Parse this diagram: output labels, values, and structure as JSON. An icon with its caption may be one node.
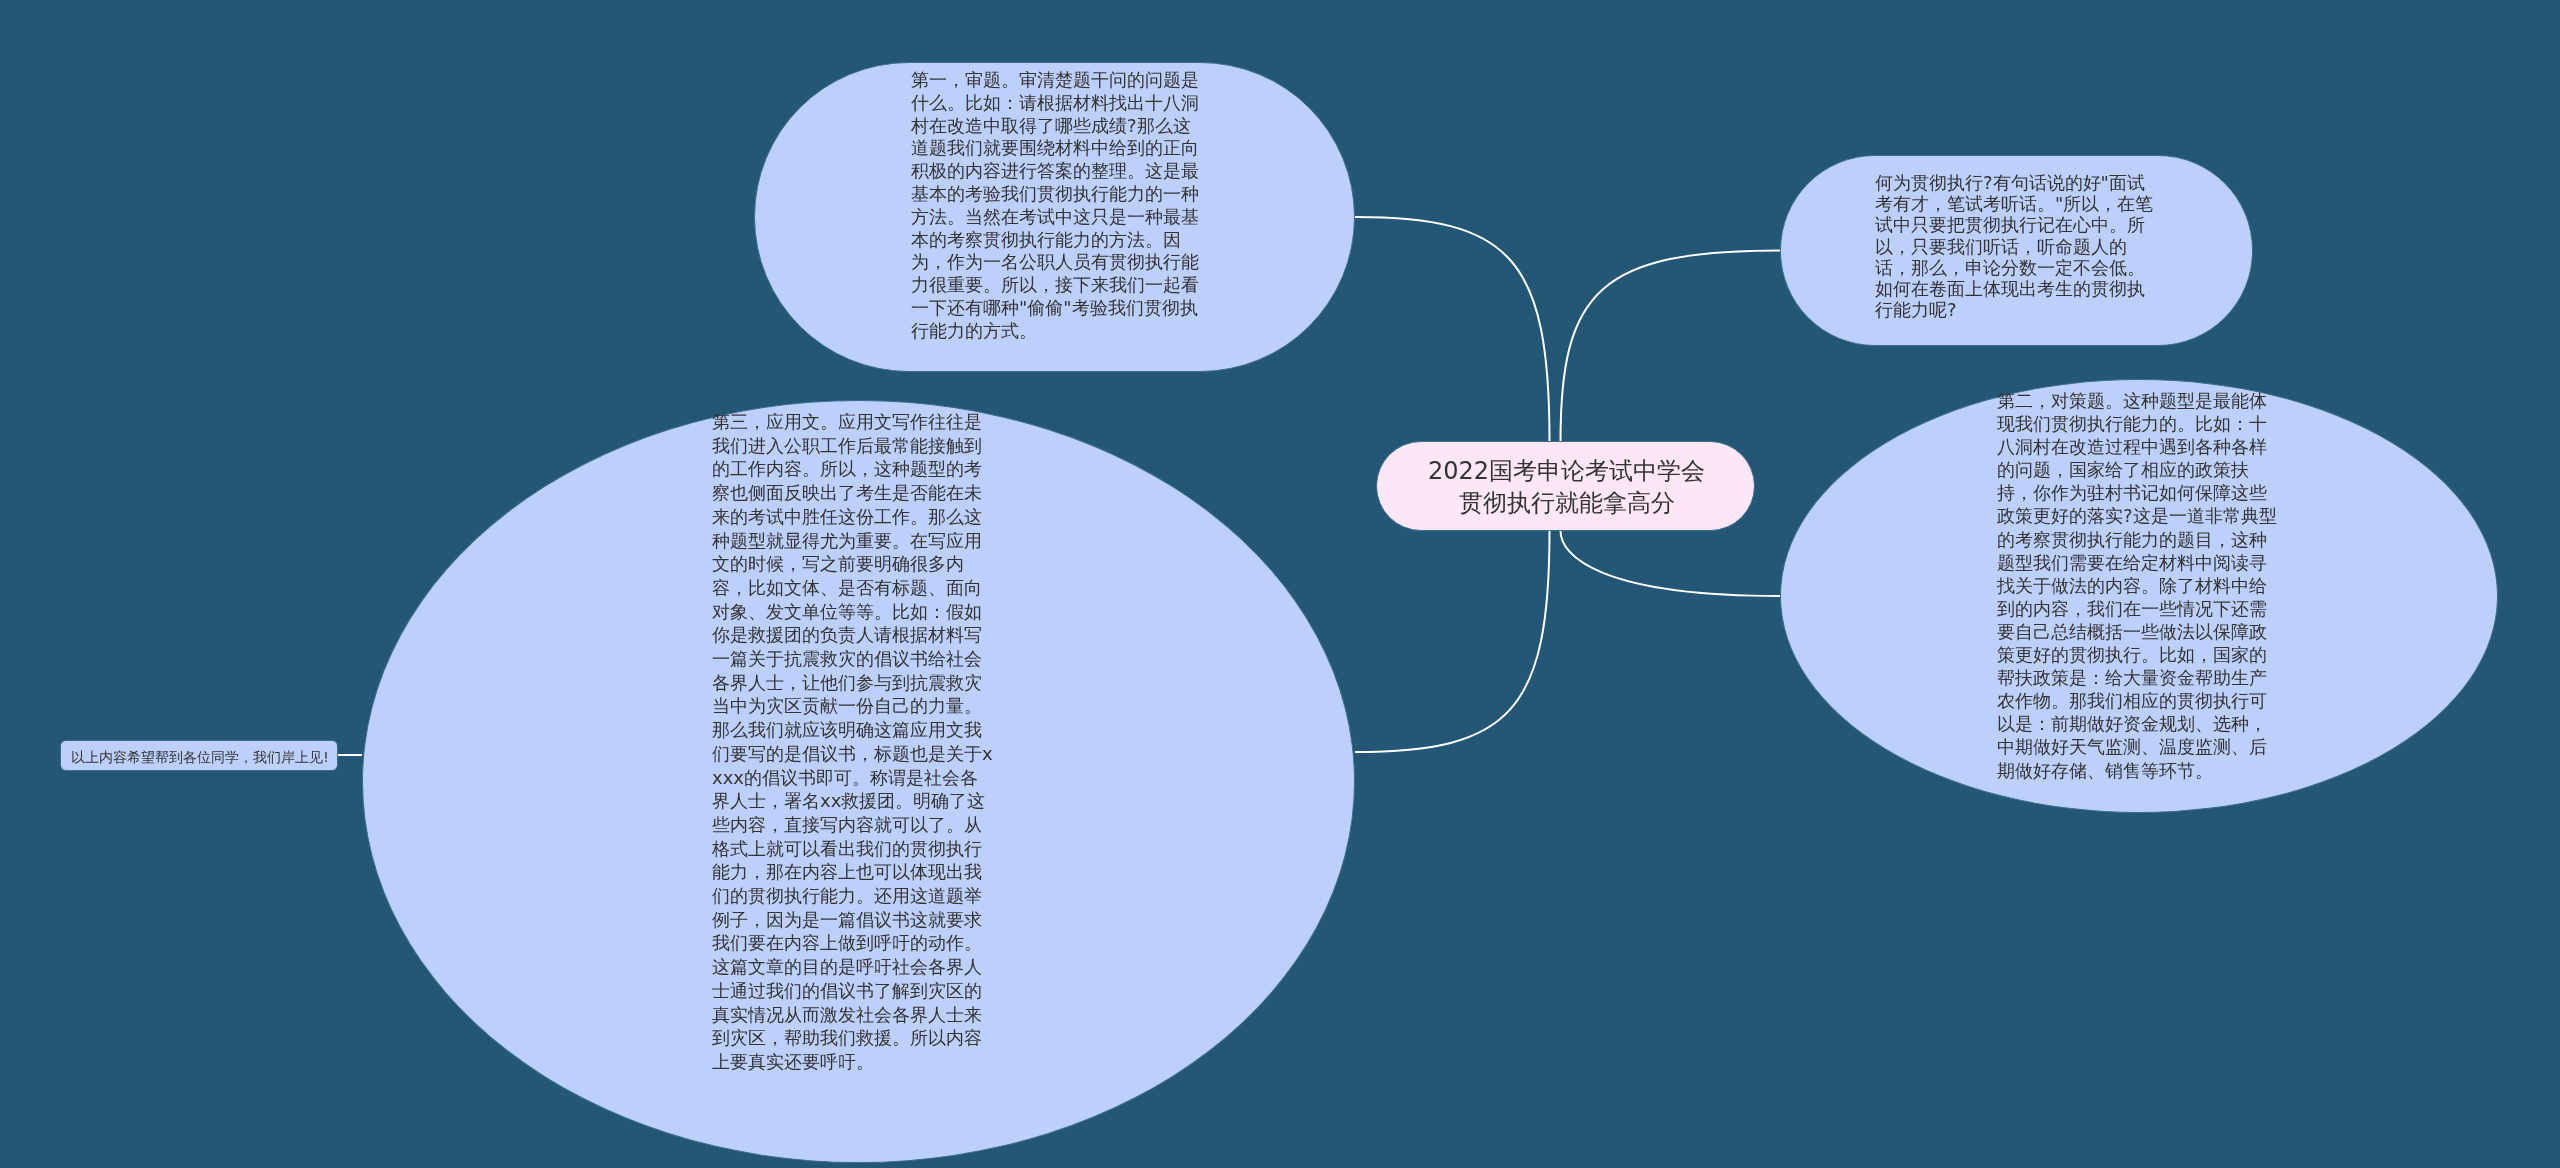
{
  "diagram": {
    "nodes": [
      {
        "text": [
          "2022国考申论考试中学会贯彻执行就能拿高分"
        ]
      },
      {
        "text": [
          "第一，审题。审清楚题干问的问题是什么。比如：请根据材料找出十八洞村在改造中取得了哪些成绩?那么这道题我们就要围绕材料中给到的正向积极的内容进行答案的整理。这是最基本的考验我们贯彻执行能力的一种方法。当然在考试中这只是一种最基本的考察贯彻执行能力的方法。因为，作为一名公职人员有贯彻执行能力很重要。所以，接下来我们一起看一下还有哪种\"偷偷\"考验我们贯彻执行能力的方式。"
        ]
      },
      {
        "text": [
          "第三，应用文。应用文写作往往是我们进入公职工作后最常能接触到的工作内容。所以，这种题型的考察也侧面反映出了考生是否能在未来的考试中胜任这份工作。那么这种题型就显得尤为重要。在写应用文的时候，写之前要明确很多内容，比如文体、是否有标题、面向对象、发文单位等等。比如：假如你是救援团的负责人请根据材料写一篇关于抗震救灾的倡议书给社会各界人士，让他们参与到抗震救灾当中为灾区贡献一份自己的力量。那么我们就应该明确这篇应用文我们要写的是倡议书，标题也是关于xxxx的倡议书即可。称谓是社会各界人士，署名xx救援团。明确了这些内容，直接写内容就可以了。从格式上就可以看出我们的贯彻执行能力，那在内容上也可以体现出我们的贯彻执行能力。还用这道题举例子，因为是一篇倡议书这就要求我们要在内容上做到呼吁的动作。这篇文章的目的是呼吁社会各界人士通过我们的倡议书了解到灾区的真实情况从而激发社会各界人士来到灾区，帮助我们救援。所以内容上要真实还要呼吁。"
        ]
      },
      {
        "text": [
          "以上内容希望帮到各位同学，我们岸上见!"
        ]
      },
      {
        "text": [
          "何为贯彻执行?有句话说的好\"面试考有才，笔试考听话。\"所以，在笔试中只要把贯彻执行记在心中。所以，只要我们听话，听命题人的话，那么，申论分数一定不会低。如何在卷面上体现出考生的贯彻执行能力呢?"
        ]
      },
      {
        "text": [
          "第二，对策题。这种题型是最能体现我们贯彻执行能力的。比如：十八洞村在改造过程中遇到各种各样的问题，国家给了相应的政策扶持，你作为驻村书记如何保障这些政策更好的落实?这是一道非常典型的考察贯彻执行能力的题目，这种题型我们需要在给定材料中阅读寻找关于做法的内容。除了材料中给到的内容，我们在一些情况下还需要自己总结概括一些做法以保障政策更好的贯彻执行。比如，国家的帮扶政策是：给大量资金帮助生产农作物。那我们相应的贯彻执行可以是：前期做好资金规划、选种，中期做好天气监测、温度监测、后期做好存储、销售等环节。"
        ]
      }
    ],
    "edges": [
      {
        "from": 0,
        "to": 1,
        "arrow": "none"
      },
      {
        "from": 0,
        "to": 2,
        "arrow": "none"
      },
      {
        "from": 2,
        "to": 3,
        "arrow": "none"
      },
      {
        "from": 0,
        "to": 4,
        "arrow": "none"
      },
      {
        "from": 0,
        "to": 5,
        "arrow": "none"
      }
    ]
  }
}
